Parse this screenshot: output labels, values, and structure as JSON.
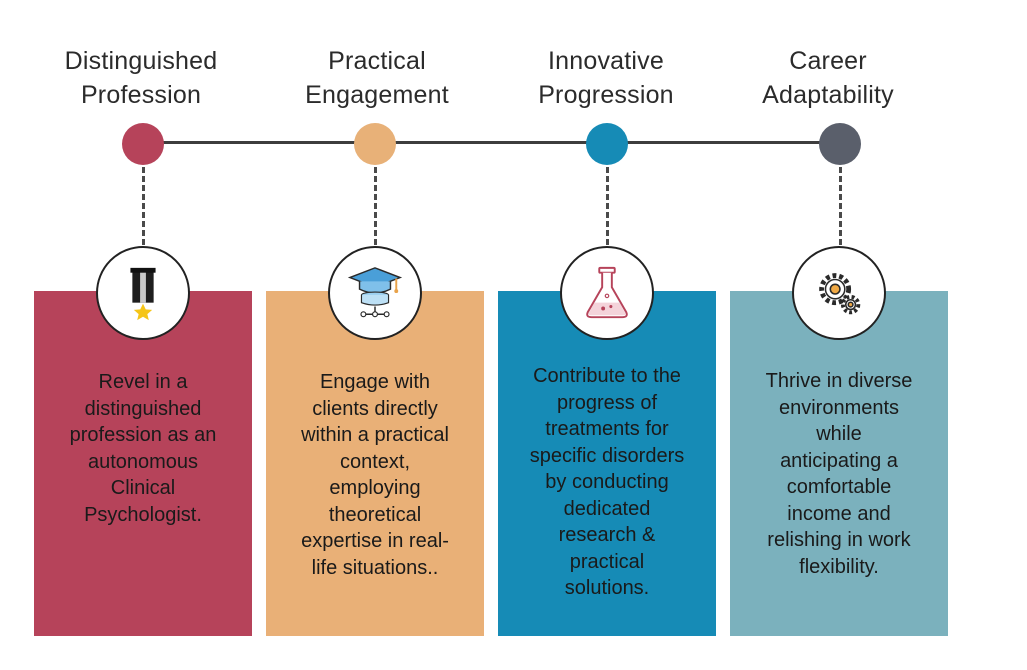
{
  "steps": [
    {
      "title_lines": [
        "Distinguished",
        "Profession"
      ],
      "icon": "medal-ribbon-icon",
      "color": "#b6435a",
      "desc_lines": [
        "Revel in a",
        "distinguished",
        "profession as an",
        "autonomous",
        "Clinical",
        "Psychologist."
      ]
    },
    {
      "title_lines": [
        "Practical",
        "Engagement"
      ],
      "icon": "graduation-cap-database-icon",
      "color": "#e9b077",
      "desc_lines": [
        "Engage with",
        "clients directly",
        "within a practical",
        "context,",
        "employing",
        "theoretical",
        "expertise in real-",
        "life situations.."
      ]
    },
    {
      "title_lines": [
        "Innovative",
        "Progression"
      ],
      "icon": "flask-icon",
      "color": "#168bb6",
      "desc_lines": [
        "Contribute to the",
        "progress of",
        "treatments for",
        "specific disorders",
        "by conducting",
        "dedicated",
        "research &",
        "practical",
        "solutions."
      ]
    },
    {
      "title_lines": [
        "Career",
        "Adaptability"
      ],
      "icon": "gears-icon",
      "color": "#7bb1bd",
      "desc_lines": [
        "Thrive in diverse",
        "environments",
        "while",
        "anticipating a",
        "comfortable",
        "income and",
        "relishing in work",
        "flexibility."
      ]
    }
  ],
  "dot_colors": [
    "#b6435a",
    "#e8b178",
    "#168bb6",
    "#5a5f6b"
  ]
}
